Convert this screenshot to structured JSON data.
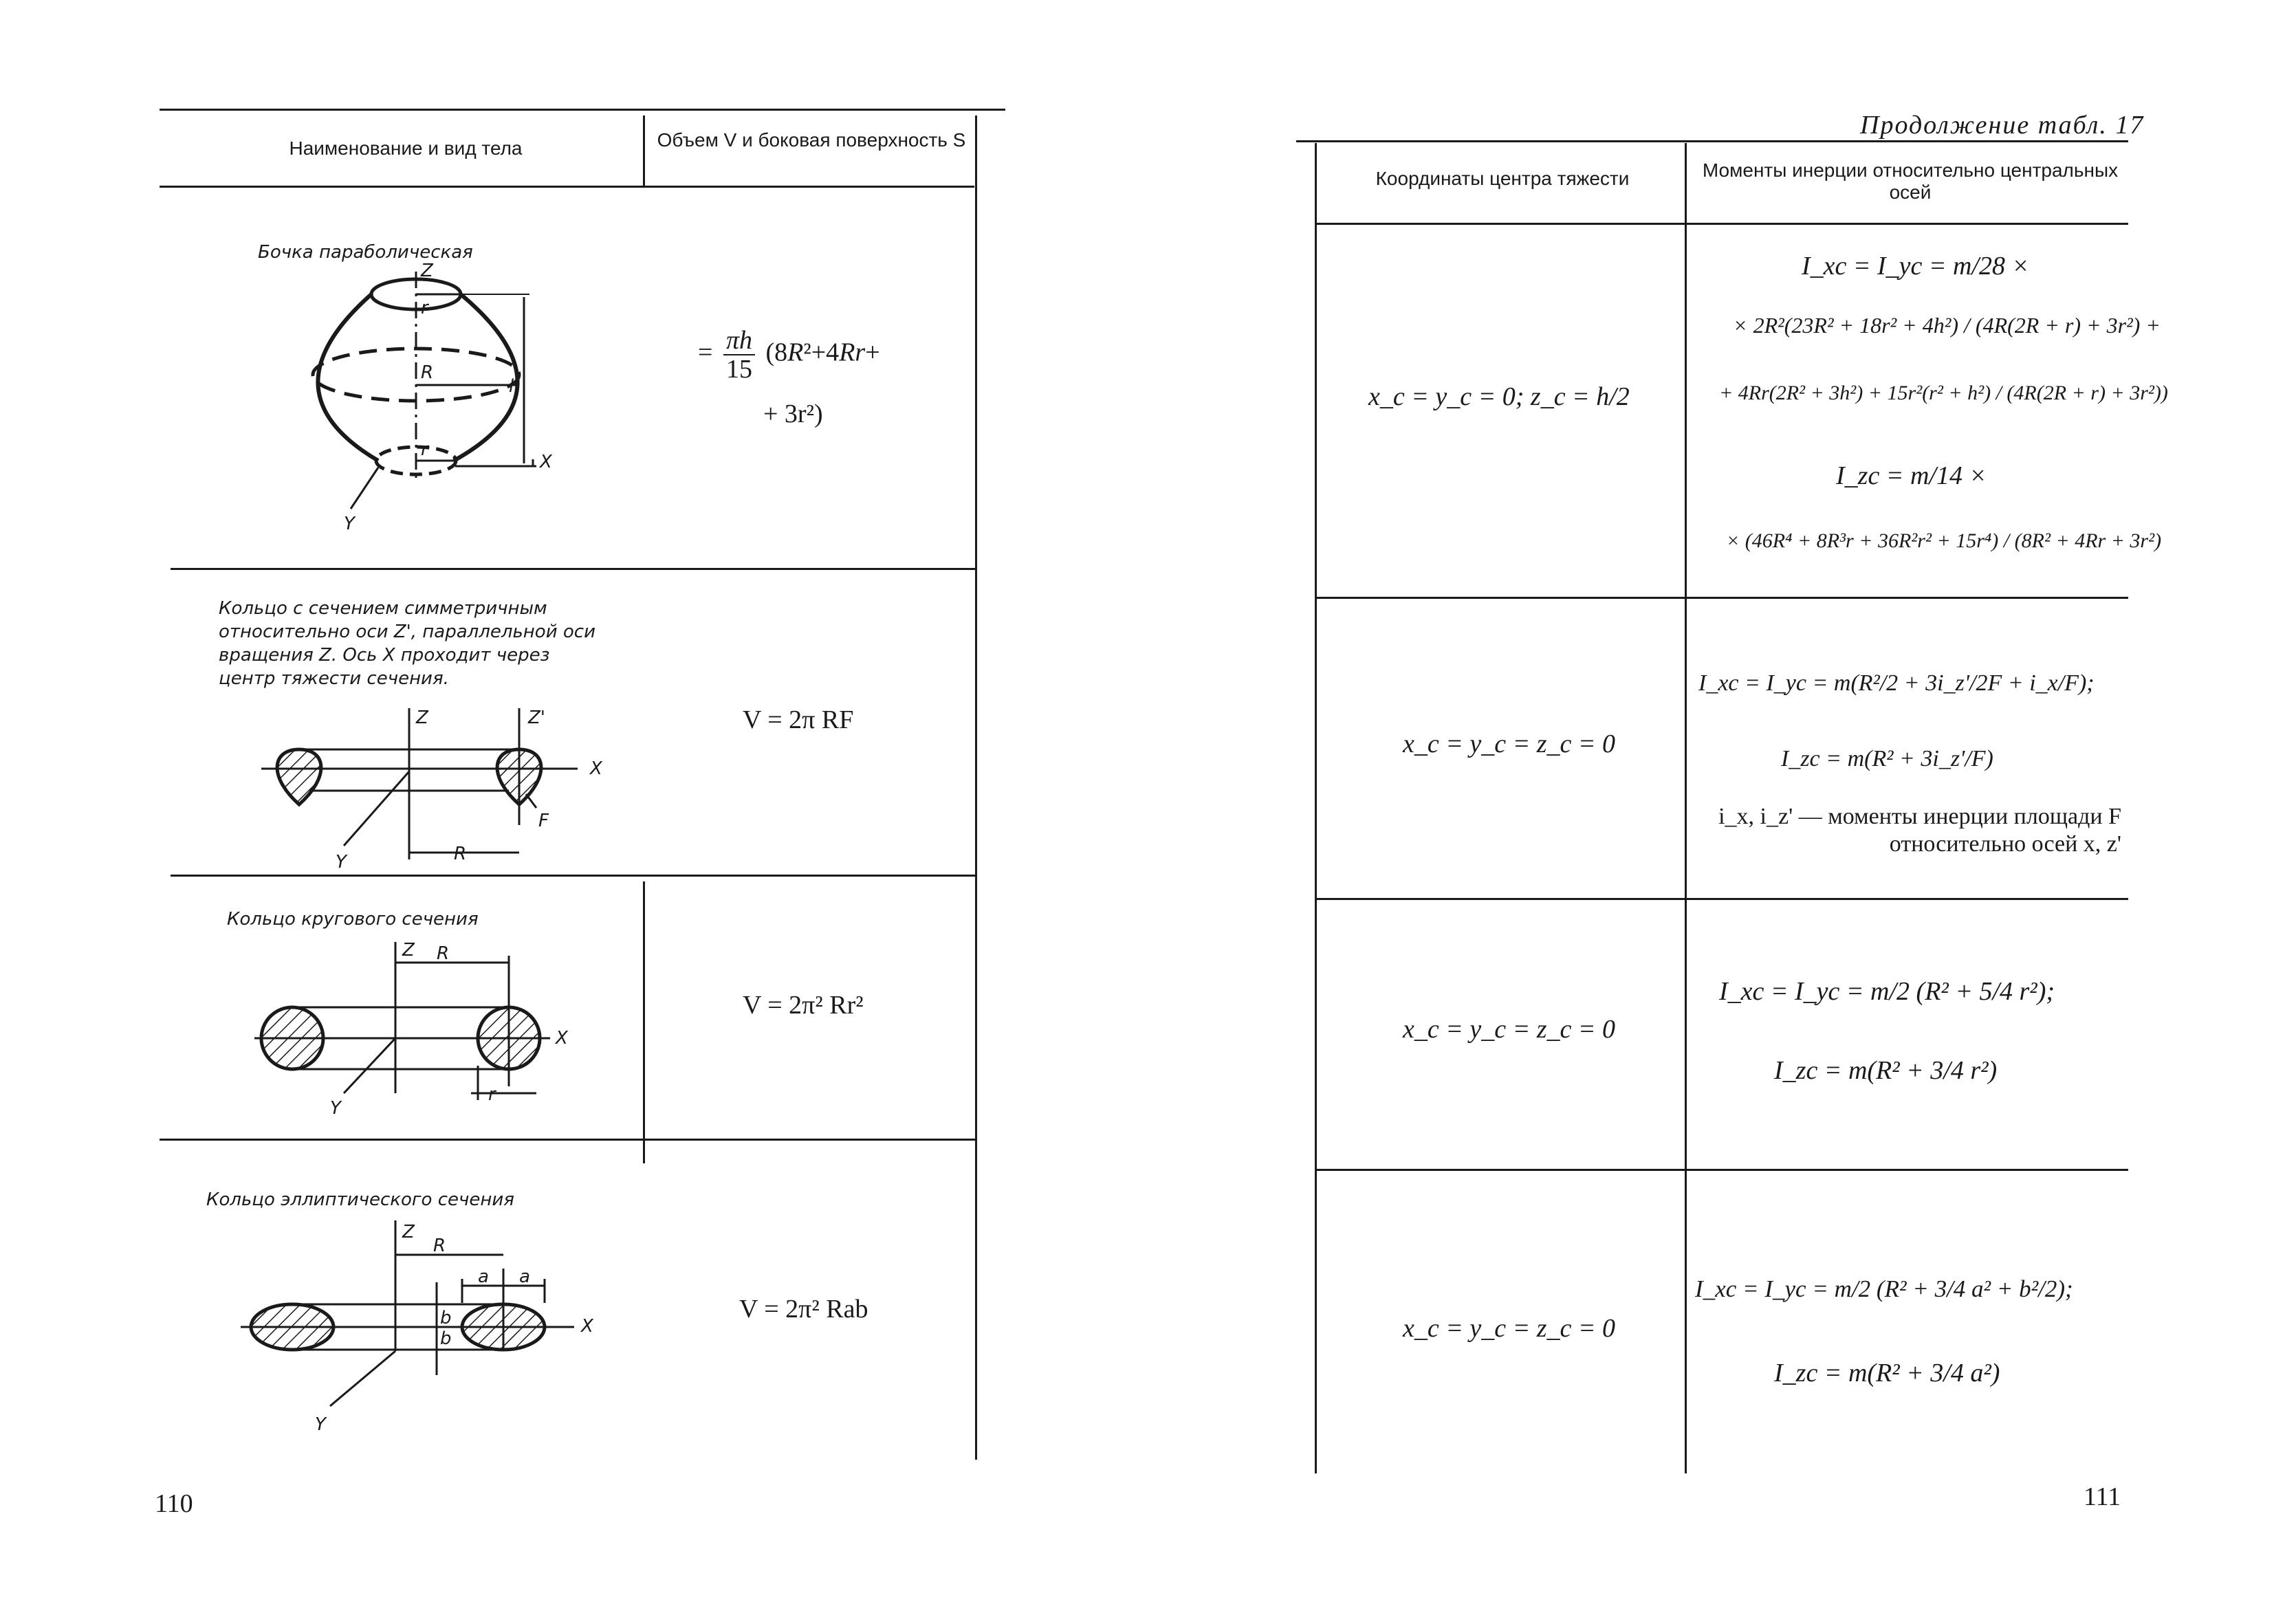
{
  "left_page": {
    "page_number": "110",
    "headers": {
      "col1": "Наименование и вид тела",
      "col2": "Объем V и боковая поверхность S"
    },
    "rows": [
      {
        "caption": "Бочка параболическая",
        "formula_a": "= πh/15 (8R²+4Rr+",
        "formula_b": "+ 3r²)"
      },
      {
        "caption": "Кольцо с сечением симметричным относительно оси Z', параллельной оси вращения Z. Ось X проходит через центр тяжести сечения.",
        "formula_a": "V = 2π RF"
      },
      {
        "caption": "Кольцо кругового сечения",
        "formula_a": "V = 2π² Rr²"
      },
      {
        "caption": "Кольцо эллиптического сечения",
        "formula_a": "V = 2π² Rab"
      }
    ]
  },
  "right_page": {
    "page_number": "111",
    "continuation": "Продолжение табл. 17",
    "headers": {
      "col1": "Координаты центра тяжести",
      "col2": "Моменты инерции относительно центральных осей"
    },
    "rows": [
      {
        "coords": "x_c = y_c = 0;  z_c = h/2",
        "l1": "I_xc = I_yc = m/28 ×",
        "l2": "× 2R²(23R² + 18r² + 4h²) / (4R(2R + r) + 3r²) +",
        "l3": "+ 4Rr(2R² + 3h²) + 15r²(r² + h²) / (4R(2R + r) + 3r²))",
        "l4": "I_zc = m/14 ×",
        "l5": "× (46R⁴ + 8R³r + 36R²r² + 15r⁴) / (8R² + 4Rr + 3r²)"
      },
      {
        "coords": "x_c = y_c = z_c = 0",
        "l1": "I_xc = I_yc = m(R²/2 + 3i_z'/2F + i_x/F);",
        "l2": "I_zc = m(R² + 3i_z'/F)",
        "note": "i_x, i_z' — моменты инерции площади F относительно осей x, z'"
      },
      {
        "coords": "x_c = y_c = z_c = 0",
        "l1": "I_xc = I_yc = m/2 (R² + 5/4 r²);",
        "l2": "I_zc = m(R² + 3/4 r²)"
      },
      {
        "coords": "x_c = y_c = z_c = 0",
        "l1": "I_xc = I_yc = m/2 (R² + 3/4 a² + b²/2);",
        "l2": "I_zc = m(R² + 3/4 a²)"
      }
    ]
  },
  "figure_labels": {
    "Z": "Z",
    "Z1": "Z'",
    "X": "X",
    "Y": "Y",
    "R": "R",
    "r": "r",
    "h": "h",
    "F": "F",
    "a": "a",
    "b": "b"
  }
}
